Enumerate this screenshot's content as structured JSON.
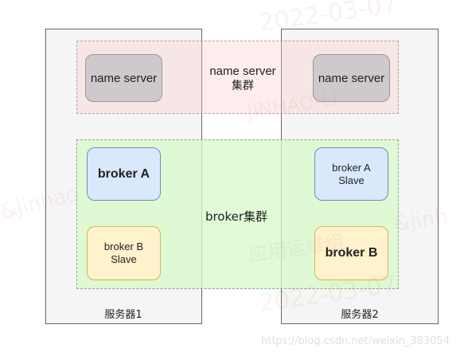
{
  "servers": {
    "left_label": "服务器1",
    "right_label": "服务器2"
  },
  "clusters": {
    "nameserver_label_line1": "name server",
    "nameserver_label_line2": "集群",
    "broker_label": "broker集群"
  },
  "nodes": {
    "ns_left": "name server",
    "ns_right": "name server",
    "broker_a": "broker A",
    "broker_b_slave_line1": "broker B",
    "broker_b_slave_line2": "Slave",
    "broker_a_slave_line1": "broker A",
    "broker_a_slave_line2": "Slave",
    "broker_b": "broker B"
  },
  "watermarks": {
    "date_top": "2022-03-07",
    "name_top": "JINHAO-LI",
    "handle_left": "&jinhao",
    "chinese": "应用运维组",
    "handle_right": "&jinh",
    "date_bottom": "2022-03-07"
  },
  "credit": "https://blog.csdn.net/weixin_383054"
}
